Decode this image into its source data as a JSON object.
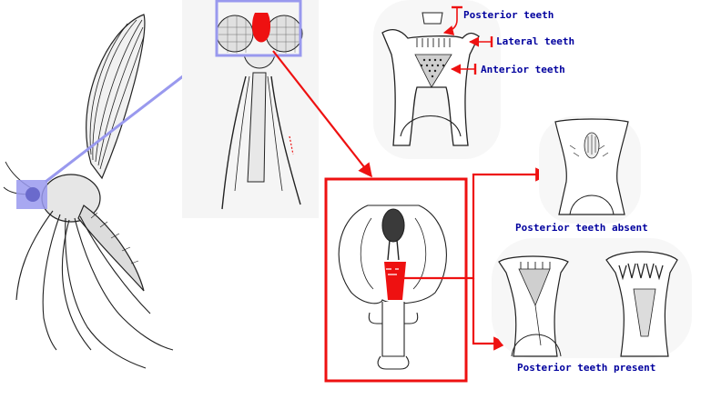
{
  "colors": {
    "label_text": "#00009e",
    "highlight_red": "#ee1111",
    "connector_blue": "#9999ee",
    "ink": "#222222",
    "soft_bg": "#f7f7f7"
  },
  "labels": {
    "posterior_teeth": "Posterior teeth",
    "lateral_teeth": "Lateral teeth",
    "anterior_teeth": "Anterior teeth",
    "posterior_teeth_absent": "Posterior teeth absent",
    "posterior_teeth_present": "Posterior teeth present"
  },
  "panels": [
    {
      "id": "whole-insect",
      "depicts": "mosquito-whole-body-drawing"
    },
    {
      "id": "head-frontal",
      "depicts": "head-frontal-view-drawing"
    },
    {
      "id": "cibarium-labeled",
      "depicts": "cibarial-armature-drawing"
    },
    {
      "id": "pharynx-detail",
      "depicts": "pharynx-detail-drawing"
    },
    {
      "id": "teeth-absent",
      "depicts": "cibarium-without-posterior-teeth"
    },
    {
      "id": "teeth-present-a",
      "depicts": "cibarium-with-posterior-teeth"
    },
    {
      "id": "teeth-present-b",
      "depicts": "cibarium-with-posterior-teeth"
    }
  ]
}
